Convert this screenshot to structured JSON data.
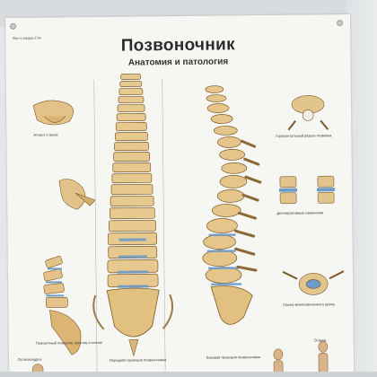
{
  "poster": {
    "title": "Позвоночник",
    "subtitle": "Анатомия и патология",
    "brand": "Вес-и медиа-ГУА",
    "captions": {
      "lumbar": "Поясничный позвонок, крестец и копчик",
      "front": "Передняя проекция позвоночника",
      "side": "Боковая проекция позвоночника",
      "disc": "Дегенеративные изменения",
      "hernia": "Грыжа межпозвоночного диска",
      "vertebra": "Горизонтальный разрез позвонка",
      "atlas": "Атлант и аксис",
      "bottom_left": "Остеохондроз",
      "bottom_right": "Осанка"
    }
  }
}
